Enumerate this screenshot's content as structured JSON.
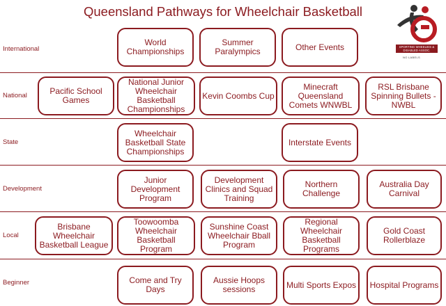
{
  "title": "Queensland Pathways for Wheelchair Basketball",
  "logo": {
    "text": "SPORTING WHEELIES & DISABLED ASSOC.",
    "caption": "NO LABELS",
    "accent": "#8b1a1f"
  },
  "rows": [
    {
      "label": "International"
    },
    {
      "label": "National"
    },
    {
      "label": "State"
    },
    {
      "label": "Development"
    },
    {
      "label": "Local"
    },
    {
      "label": "Beginner"
    }
  ],
  "boxes": {
    "international": [
      "World Championships",
      "Summer Paralympics",
      "Other Events"
    ],
    "national": [
      "Pacific School Games",
      "National Junior Wheelchair Basketball Championships",
      "Kevin Coombs Cup",
      "Minecraft Queensland Comets WNWBL",
      "RSL Brisbane Spinning Bullets - NWBL"
    ],
    "state": [
      "Wheelchair Basketball State Championships",
      "Interstate Events"
    ],
    "development": [
      "Junior Development Program",
      "Development Clinics and Squad Training",
      "Northern Challenge",
      "Australia Day Carnival"
    ],
    "local": [
      "Brisbane Wheelchair Basketball League",
      "Toowoomba Wheelchair Basketball Program",
      "Sunshine Coast Wheelchair Bball Program",
      "Regional Wheelchair Basketball Programs",
      "Gold Coast Rollerblaze"
    ],
    "beginner": [
      "Come and Try Days",
      "Aussie Hoops sessions",
      "Multi Sports Expos",
      "Hospital Programs"
    ]
  }
}
